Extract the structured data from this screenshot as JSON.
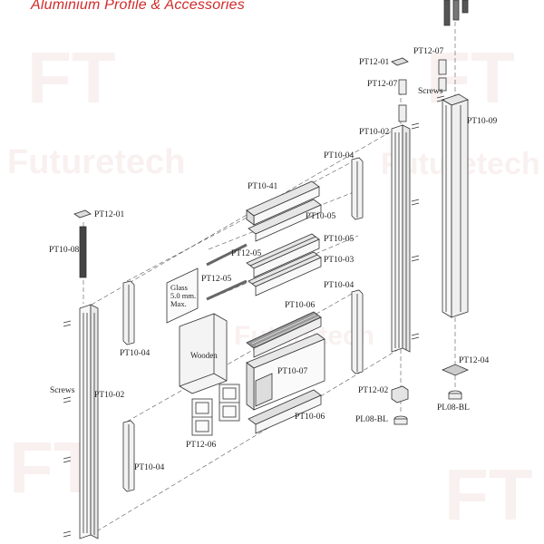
{
  "header": {
    "title": "Aluminium Profile & Accessories"
  },
  "watermark": {
    "brand": "Futuretech",
    "logo": "FT"
  },
  "labels": {
    "pt12_01_left": "PT12-01",
    "pt10_08": "PT10-08",
    "screws_left": "Screws",
    "pt10_02_left": "PT10-02",
    "pt10_04_mid_a": "PT10-04",
    "pt10_04_mid_b": "PT10-04",
    "wooden": "Wooden",
    "glass": "Glass\n5.0 mm.\nMax.",
    "pt12_05_a": "PT12-05",
    "pt12_05_b": "PT12-05",
    "pt12_06": "PT12-06",
    "pt10_41": "PT10-41",
    "pt10_05_a": "PT10-05",
    "pt10_05_b": "PT10-05",
    "pt10_03": "PT10-03",
    "pt10_06_a": "PT10-06",
    "pt10_07": "PT10-07",
    "pt10_06_b": "PT10-06",
    "pt10_04_r1": "PT10-04",
    "pt10_04_r2": "PT10-04",
    "pt10_02_right": "PT10-02",
    "pt12_02": "PT12-02",
    "pl08_bl_a": "PL08-BL",
    "pt12_01_top": "PT12-01",
    "pt12_07_a": "PT12-07",
    "pt12_07_b": "PT12-07",
    "screws_top": "Screws",
    "pt10_09": "PT10-09",
    "pt12_04": "PT12-04",
    "pl08_bl_b": "PL08-BL"
  }
}
